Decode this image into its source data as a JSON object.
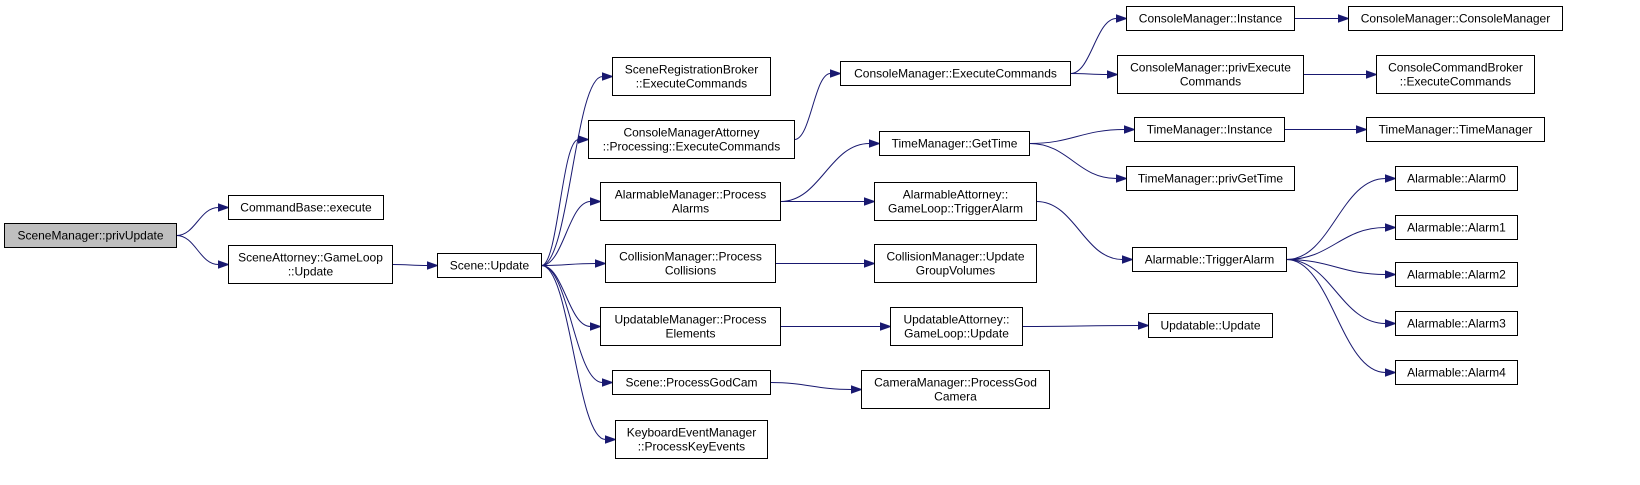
{
  "diagram": {
    "root": "n_root",
    "nodes": [
      {
        "id": "n_root",
        "lines": [
          "SceneManager::privUpdate"
        ],
        "highlight": true
      },
      {
        "id": "n_cmdbase",
        "lines": [
          "CommandBase::execute"
        ]
      },
      {
        "id": "n_sceneatt",
        "lines": [
          "SceneAttorney::GameLoop",
          "::Update"
        ]
      },
      {
        "id": "n_sceneupd",
        "lines": [
          "Scene::Update"
        ]
      },
      {
        "id": "n_srbexec",
        "lines": [
          "SceneRegistrationBroker",
          "::ExecuteCommands"
        ]
      },
      {
        "id": "n_cmaexec",
        "lines": [
          "ConsoleManagerAttorney",
          "::Processing::ExecuteCommands"
        ]
      },
      {
        "id": "n_alarmproc",
        "lines": [
          "AlarmableManager::Process",
          "Alarms"
        ]
      },
      {
        "id": "n_collproc",
        "lines": [
          "CollisionManager::Process",
          "Collisions"
        ]
      },
      {
        "id": "n_updproc",
        "lines": [
          "UpdatableManager::Process",
          "Elements"
        ]
      },
      {
        "id": "n_godcam",
        "lines": [
          "Scene::ProcessGodCam"
        ]
      },
      {
        "id": "n_keyev",
        "lines": [
          "KeyboardEventManager",
          "::ProcessKeyEvents"
        ]
      },
      {
        "id": "n_cmexec",
        "lines": [
          "ConsoleManager::ExecuteCommands"
        ]
      },
      {
        "id": "n_tmget",
        "lines": [
          "TimeManager::GetTime"
        ]
      },
      {
        "id": "n_aatrig",
        "lines": [
          "AlarmableAttorney::",
          "GameLoop::TriggerAlarm"
        ]
      },
      {
        "id": "n_collupd",
        "lines": [
          "CollisionManager::Update",
          "GroupVolumes"
        ]
      },
      {
        "id": "n_uaupd",
        "lines": [
          "UpdatableAttorney::",
          "GameLoop::Update"
        ]
      },
      {
        "id": "n_campgc",
        "lines": [
          "CameraManager::ProcessGod",
          "Camera"
        ]
      },
      {
        "id": "n_cminst",
        "lines": [
          "ConsoleManager::Instance"
        ]
      },
      {
        "id": "n_cmpriv",
        "lines": [
          "ConsoleManager::privExecute",
          "Commands"
        ]
      },
      {
        "id": "n_tminst",
        "lines": [
          "TimeManager::Instance"
        ]
      },
      {
        "id": "n_tmpriv",
        "lines": [
          "TimeManager::privGetTime"
        ]
      },
      {
        "id": "n_alrtrig",
        "lines": [
          "Alarmable::TriggerAlarm"
        ]
      },
      {
        "id": "n_updupd",
        "lines": [
          "Updatable::Update"
        ]
      },
      {
        "id": "n_cmctor",
        "lines": [
          "ConsoleManager::ConsoleManager"
        ]
      },
      {
        "id": "n_ccbexec",
        "lines": [
          "ConsoleCommandBroker",
          "::ExecuteCommands"
        ]
      },
      {
        "id": "n_tmctor",
        "lines": [
          "TimeManager::TimeManager"
        ]
      },
      {
        "id": "n_alarm0",
        "lines": [
          "Alarmable::Alarm0"
        ]
      },
      {
        "id": "n_alarm1",
        "lines": [
          "Alarmable::Alarm1"
        ]
      },
      {
        "id": "n_alarm2",
        "lines": [
          "Alarmable::Alarm2"
        ]
      },
      {
        "id": "n_alarm3",
        "lines": [
          "Alarmable::Alarm3"
        ]
      },
      {
        "id": "n_alarm4",
        "lines": [
          "Alarmable::Alarm4"
        ]
      }
    ],
    "edges": [
      {
        "from": "n_root",
        "to": "n_cmdbase"
      },
      {
        "from": "n_root",
        "to": "n_sceneatt"
      },
      {
        "from": "n_sceneatt",
        "to": "n_sceneupd"
      },
      {
        "from": "n_sceneupd",
        "to": "n_srbexec"
      },
      {
        "from": "n_sceneupd",
        "to": "n_cmaexec"
      },
      {
        "from": "n_sceneupd",
        "to": "n_alarmproc"
      },
      {
        "from": "n_sceneupd",
        "to": "n_collproc"
      },
      {
        "from": "n_sceneupd",
        "to": "n_updproc"
      },
      {
        "from": "n_sceneupd",
        "to": "n_godcam"
      },
      {
        "from": "n_sceneupd",
        "to": "n_keyev"
      },
      {
        "from": "n_cmaexec",
        "to": "n_cmexec"
      },
      {
        "from": "n_alarmproc",
        "to": "n_tmget"
      },
      {
        "from": "n_alarmproc",
        "to": "n_aatrig"
      },
      {
        "from": "n_collproc",
        "to": "n_collupd"
      },
      {
        "from": "n_updproc",
        "to": "n_uaupd"
      },
      {
        "from": "n_godcam",
        "to": "n_campgc"
      },
      {
        "from": "n_cmexec",
        "to": "n_cminst"
      },
      {
        "from": "n_cmexec",
        "to": "n_cmpriv"
      },
      {
        "from": "n_tmget",
        "to": "n_tminst"
      },
      {
        "from": "n_tmget",
        "to": "n_tmpriv"
      },
      {
        "from": "n_aatrig",
        "to": "n_alrtrig"
      },
      {
        "from": "n_uaupd",
        "to": "n_updupd"
      },
      {
        "from": "n_cminst",
        "to": "n_cmctor"
      },
      {
        "from": "n_cmpriv",
        "to": "n_ccbexec"
      },
      {
        "from": "n_tminst",
        "to": "n_tmctor"
      },
      {
        "from": "n_alrtrig",
        "to": "n_alarm0"
      },
      {
        "from": "n_alrtrig",
        "to": "n_alarm1"
      },
      {
        "from": "n_alrtrig",
        "to": "n_alarm2"
      },
      {
        "from": "n_alrtrig",
        "to": "n_alarm3"
      },
      {
        "from": "n_alrtrig",
        "to": "n_alarm4"
      }
    ],
    "colors": {
      "edge": "#191970",
      "node_fill": "#ffffff",
      "root_fill": "#bfbfbf",
      "node_border": "#000000"
    }
  }
}
